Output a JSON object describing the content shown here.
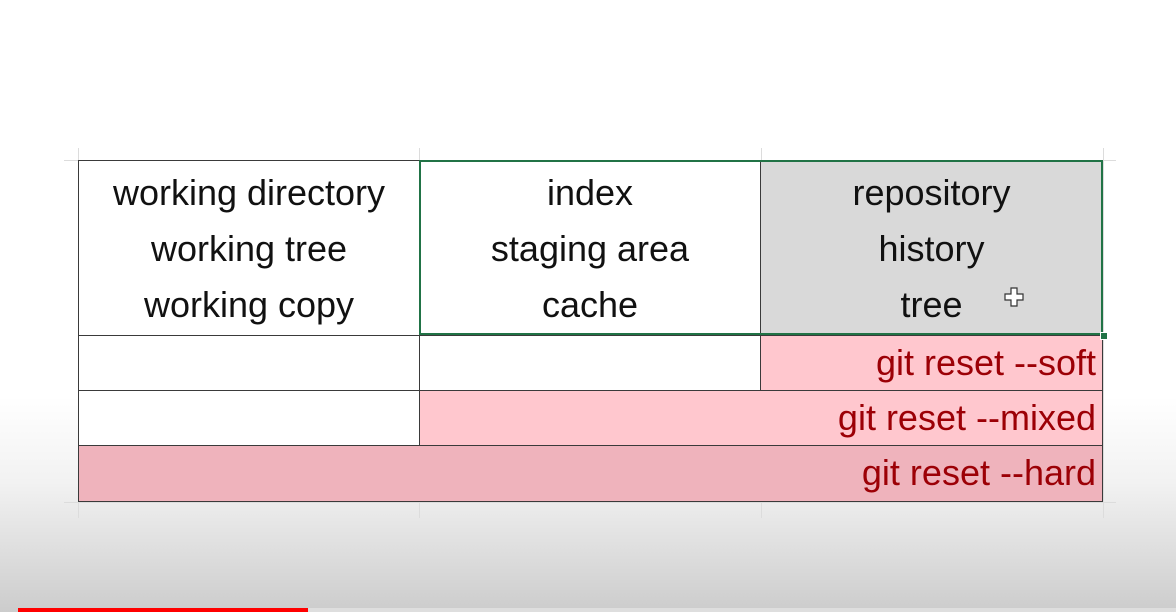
{
  "table": {
    "working_directory": [
      "working directory",
      "working tree",
      "working copy"
    ],
    "index": [
      "index",
      "staging area",
      "cache"
    ],
    "repository": [
      "repository",
      "history",
      "tree"
    ],
    "reset_soft": "git reset --soft",
    "reset_mixed": "git reset --mixed",
    "reset_hard": "git reset --hard"
  },
  "colors": {
    "header_repository_bg": "#d9d9d9",
    "reset_bg": "#ffc7ce",
    "reset_text": "#9c0006",
    "selection_border": "#217346",
    "progress": "#ff0000"
  },
  "icons": {
    "cursor": "cell-select-cross-icon"
  },
  "video": {
    "progress": 0.25
  }
}
